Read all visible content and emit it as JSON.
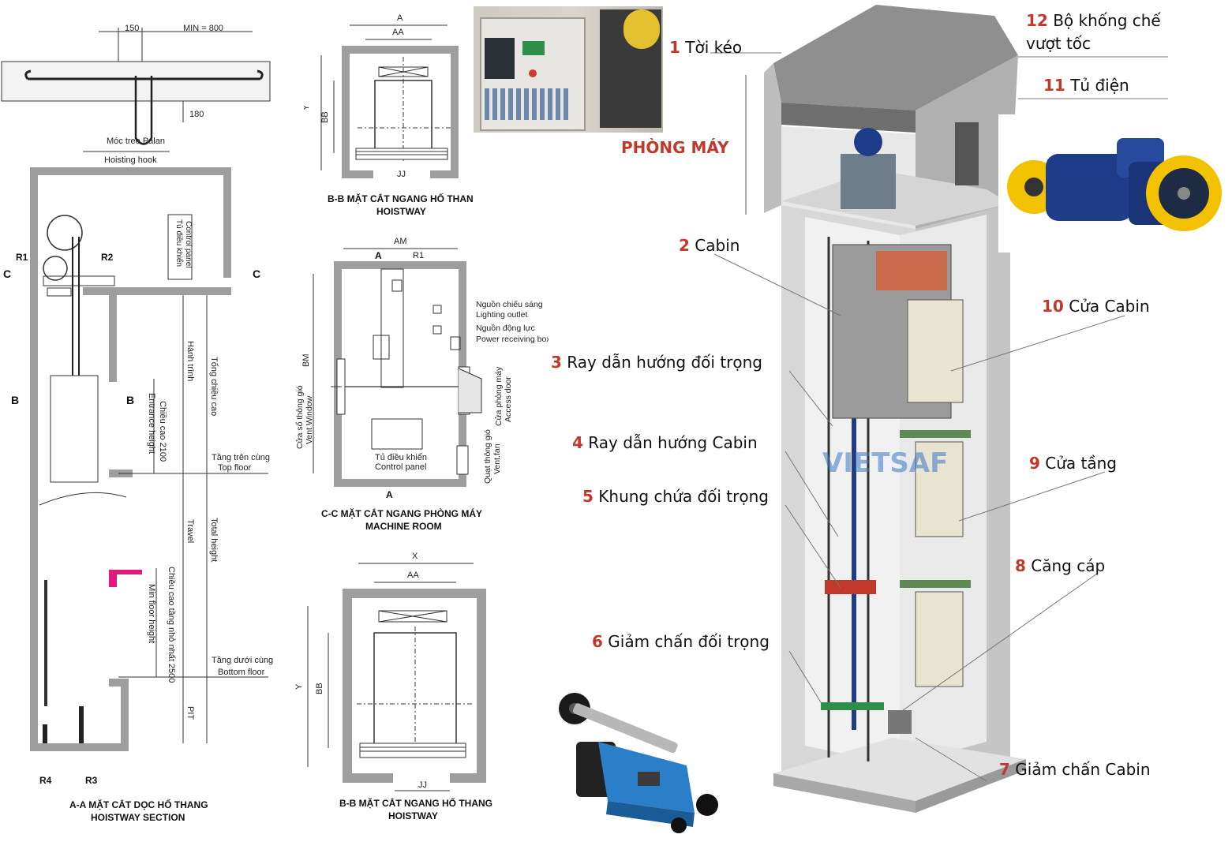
{
  "section_aa": {
    "dim_150": "150",
    "dim_min800": "MIN = 800",
    "dim_180": "180",
    "hook_vi": "Móc treo Palan",
    "hook_en": "Hoisting hook",
    "control_panel_vi": "Tủ điều khiển",
    "control_panel_en": "Control panel",
    "r1": "R1",
    "r2": "R2",
    "r3": "R3",
    "r4": "R4",
    "c_left": "C",
    "c_right": "C",
    "b_left": "B",
    "b_mid": "B",
    "travel_vi": "Hành trình",
    "travel_en": "Travel",
    "total_vi": "Tổng chiều cao",
    "total_en": "Total height",
    "entrance_vi": "Chiều cao 2100",
    "entrance_en": "Entrance height",
    "top_floor_vi": "Tầng trên cùng",
    "top_floor_en": "Top floor",
    "bottom_floor_vi": "Tầng dưới cùng",
    "bottom_floor_en": "Bottom floor",
    "min_floor_vi": "Chiều cao tầng nhỏ nhất 2500",
    "min_floor_en": "Min floor height",
    "pit": "PIT",
    "caption_1": "A-A MẶT CẮT DỌC HỐ THANG",
    "caption_2": "HOISTWAY SECTION"
  },
  "section_bb_top": {
    "a": "A",
    "aa": "AA",
    "y": "Y",
    "bb": "BB",
    "jj": "JJ",
    "caption_1": "B-B MẶT CẮT NGANG HỐ THANG",
    "caption_2": "HOISTWAY"
  },
  "section_cc": {
    "am": "AM",
    "a_top": "A",
    "r1": "R1",
    "bm": "BM",
    "a_bottom": "A",
    "lighting_vi": "Nguồn chiếu sáng",
    "lighting_en": "Lighting outlet",
    "power_vi": "Nguồn động lực",
    "power_en": "Power receiving box",
    "vent_window_vi": "Cửa sổ thông gió",
    "vent_window_en": "Vent Window",
    "access_door_vi": "Cửa phòng máy",
    "access_door_en": "Access door",
    "vent_fan_vi": "Quạt thông gió",
    "vent_fan_en": "Vent.fan",
    "control_panel_vi": "Tủ điều khiển",
    "control_panel_en": "Control panel",
    "caption_1": "C-C MẶT CẮT NGANG PHÒNG MÁY",
    "caption_2": "MACHINE ROOM"
  },
  "section_bb_bottom": {
    "x": "X",
    "aa": "AA",
    "y": "Y",
    "bb": "BB",
    "jj": "JJ",
    "caption_1": "B-B MẶT CẮT NGANG HỐ THANG",
    "caption_2": "HOISTWAY"
  },
  "elevator_3d": {
    "machine_room": "PHÒNG MÁY",
    "watermark": "VIETSAF",
    "labels": [
      {
        "num": "1",
        "text": "Tời kéo"
      },
      {
        "num": "2",
        "text": "Cabin"
      },
      {
        "num": "3",
        "text": "Ray dẫn hướng đối trọng"
      },
      {
        "num": "4",
        "text": "Ray dẫn hướng Cabin"
      },
      {
        "num": "5",
        "text": "Khung chứa đối trọng"
      },
      {
        "num": "6",
        "text": "Giảm chấn đối trọng"
      },
      {
        "num": "7",
        "text": "Giảm chấn Cabin"
      },
      {
        "num": "8",
        "text": "Căng  cáp"
      },
      {
        "num": "9",
        "text": "Cửa tầng"
      },
      {
        "num": "10",
        "text": "Cửa  Cabin"
      },
      {
        "num": "11",
        "text": "Tủ điện"
      },
      {
        "num": "12",
        "text": "Bộ khống chế"
      },
      {
        "num": "",
        "text": "vượt tốc"
      }
    ]
  },
  "colors": {
    "accent_red": "#c0392b",
    "concrete": "#9e9e9e",
    "magenta": "#e0197a",
    "motor_blue": "#1f3c88",
    "wheel_yellow": "#f2c200",
    "watermark_blue": "#3a78c8"
  }
}
